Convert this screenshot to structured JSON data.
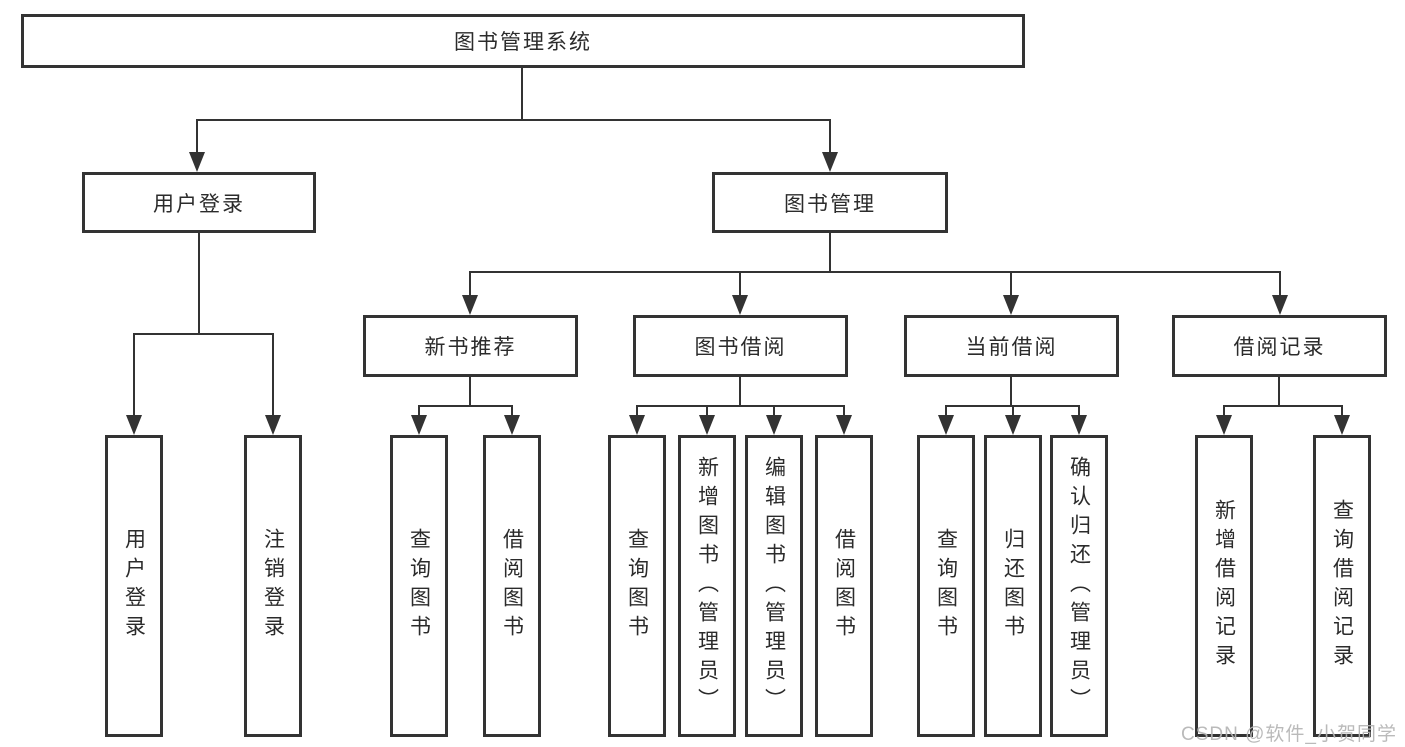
{
  "root": {
    "label": "图书管理系统"
  },
  "branches": [
    {
      "label": "用户登录",
      "children": [
        {
          "label": "用户登录"
        },
        {
          "label": "注销登录"
        }
      ]
    },
    {
      "label": "图书管理",
      "groups": [
        {
          "label": "新书推荐",
          "children": [
            {
              "label": "查询图书"
            },
            {
              "label": "借阅图书"
            }
          ]
        },
        {
          "label": "图书借阅",
          "children": [
            {
              "label": "查询图书"
            },
            {
              "label": "新增图书（管理员）"
            },
            {
              "label": "编辑图书（管理员）"
            },
            {
              "label": "借阅图书"
            }
          ]
        },
        {
          "label": "当前借阅",
          "children": [
            {
              "label": "查询图书"
            },
            {
              "label": "归还图书"
            },
            {
              "label": "确认归还（管理员）"
            }
          ]
        },
        {
          "label": "借阅记录",
          "children": [
            {
              "label": "新增借阅记录"
            },
            {
              "label": "查询借阅记录"
            }
          ]
        }
      ]
    }
  ],
  "watermark": "CSDN @软件_小贺同学",
  "colors": {
    "line": "#333333",
    "text": "#2b2b2b",
    "background": "#ffffff",
    "watermark": "#b5b5b5"
  }
}
